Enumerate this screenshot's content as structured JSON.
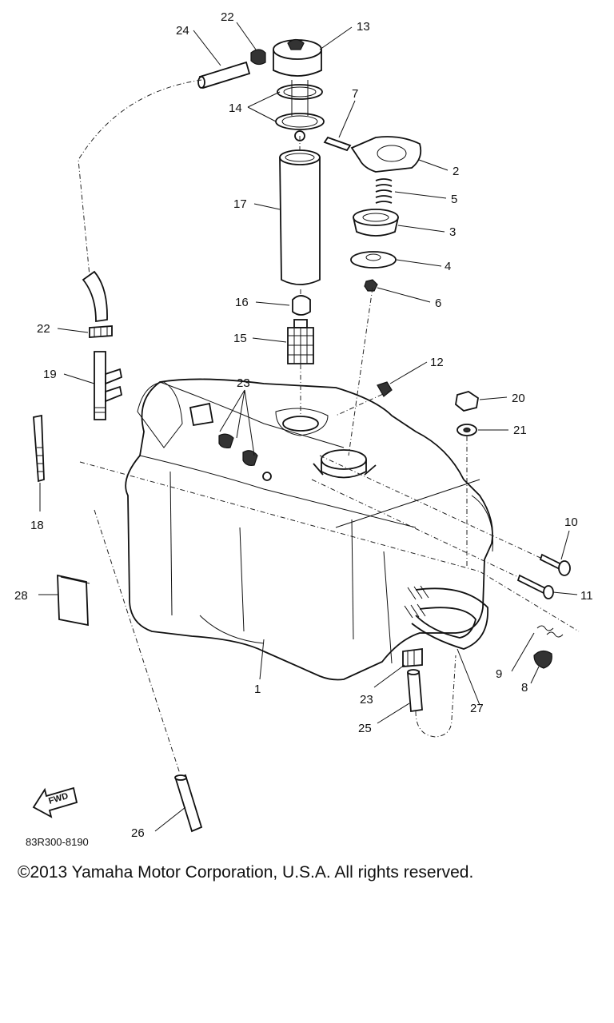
{
  "diagram": {
    "ref_code": "83R300-8190",
    "fwd_label": "FWD",
    "parts": {
      "p1": "1",
      "p2": "2",
      "p3": "3",
      "p4": "4",
      "p5": "5",
      "p6": "6",
      "p7": "7",
      "p8": "8",
      "p9": "9",
      "p10": "10",
      "p11": "11",
      "p12": "12",
      "p13": "13",
      "p14": "14",
      "p15": "15",
      "p16": "16",
      "p17": "17",
      "p18": "18",
      "p19": "19",
      "p20": "20",
      "p21": "21",
      "p22": "22",
      "p23": "23",
      "p24": "24",
      "p25": "25",
      "p26": "26",
      "p27": "27",
      "p28": "28"
    }
  },
  "copyright": "©2013 Yamaha Motor Corporation, U.S.A. All rights reserved."
}
